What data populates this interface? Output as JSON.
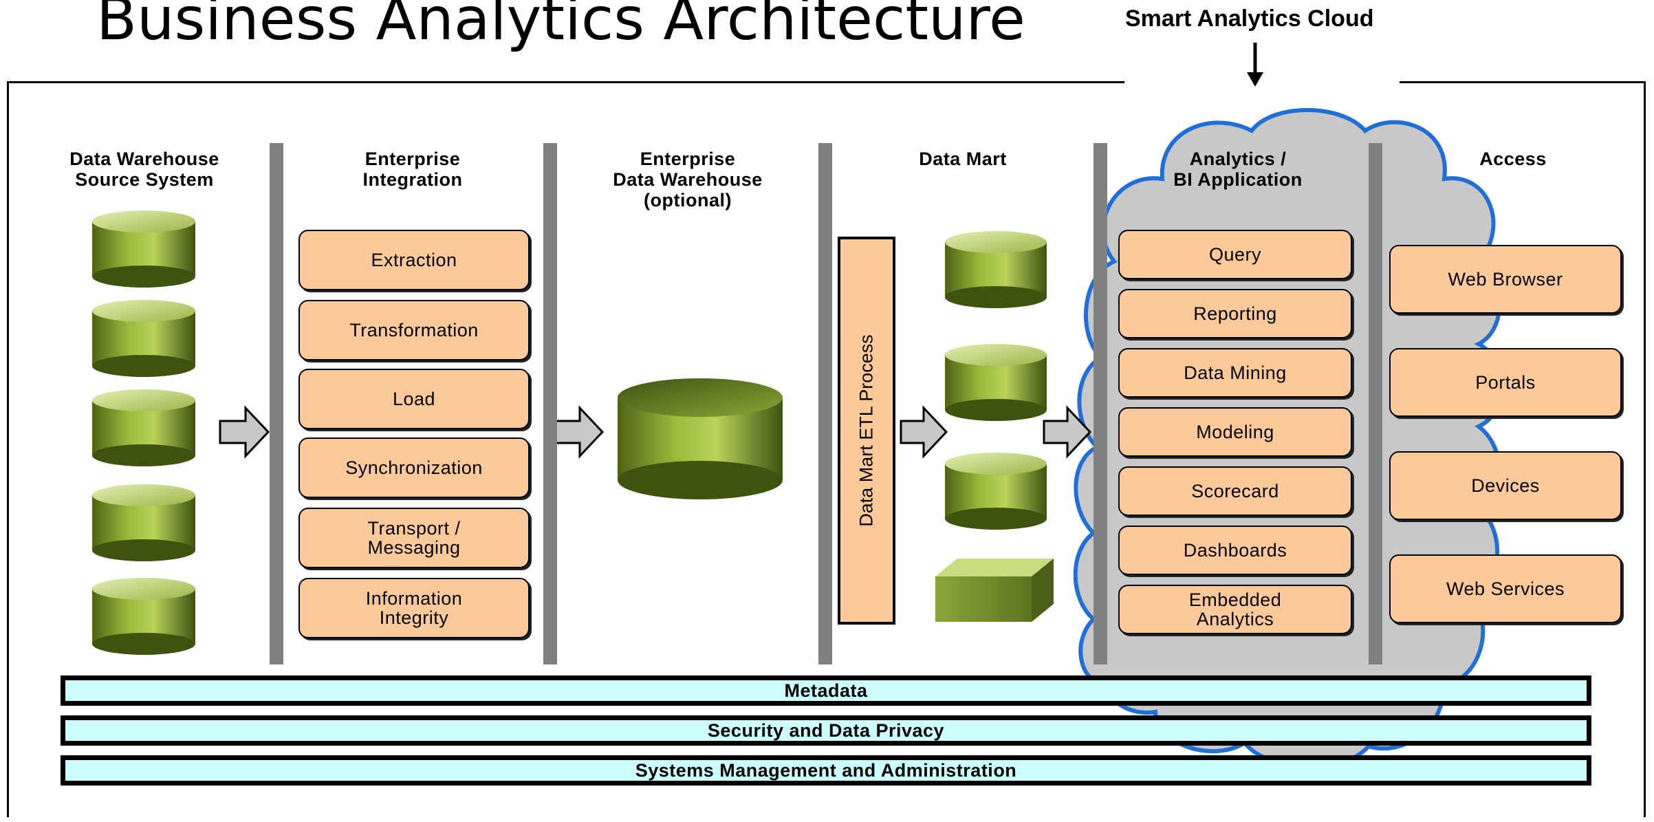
{
  "title": "Business Analytics Architecture",
  "cloud_label": "Smart Analytics Cloud",
  "columns": {
    "source": "Data Warehouse\nSource System",
    "integration": "Enterprise\nIntegration",
    "edw": "Enterprise\nData Warehouse\n(optional)",
    "mart": "Data Mart",
    "analytics": "Analytics /\nBI Application",
    "access": "Access"
  },
  "integration_steps": [
    "Extraction",
    "Transformation",
    "Load",
    "Synchronization",
    "Transport /\nMessaging",
    "Information\nIntegrity"
  ],
  "etl_label": "Data Mart ETL Process",
  "analytics_items": [
    "Query",
    "Reporting",
    "Data Mining",
    "Modeling",
    "Scorecard",
    "Dashboards",
    "Embedded\nAnalytics"
  ],
  "access_items": [
    "Web Browser",
    "Portals",
    "Devices",
    "Web Services"
  ],
  "bands": [
    "Metadata",
    "Security and Data Privacy",
    "Systems Management and Administration"
  ],
  "colors": {
    "process_fill": "#fcc99a",
    "band_fill": "#ccffff",
    "cloud_fill": "#c8c8c8",
    "cloud_stroke": "#1f6fd6",
    "separator": "#808080",
    "cylinder_green": "#8fa83a"
  }
}
